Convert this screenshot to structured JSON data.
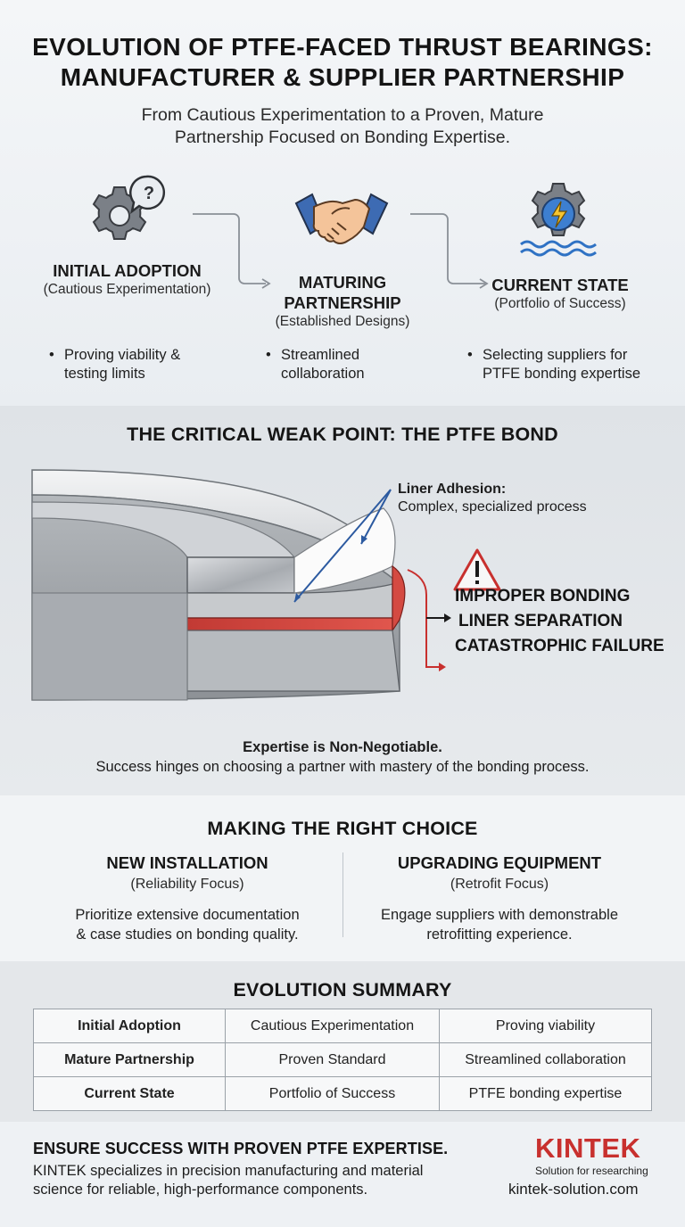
{
  "header": {
    "title_line1": "EVOLUTION OF PTFE-FACED THRUST BEARINGS:",
    "title_line2": "MANUFACTURER & SUPPLIER PARTNERSHIP",
    "subtitle_line1": "From Cautious Experimentation to a Proven, Mature",
    "subtitle_line2": "Partnership Focused on Bonding Expertise."
  },
  "stages": [
    {
      "title": "INITIAL ADOPTION",
      "sub": "(Cautious Experimentation)",
      "bullet_line1": "Proving viability &",
      "bullet_line2": "testing limits",
      "icon": "gear-question-icon"
    },
    {
      "title_line1": "MATURING",
      "title_line2": "PARTNERSHIP",
      "sub": "(Established Designs)",
      "bullet_line1": "Streamlined",
      "bullet_line2": "collaboration",
      "icon": "handshake-icon"
    },
    {
      "title": "CURRENT STATE",
      "sub": "(Portfolio of Success)",
      "bullet_line1": "Selecting suppliers for",
      "bullet_line2": "PTFE bonding expertise",
      "icon": "gear-lightning-water-icon"
    }
  ],
  "weak_point": {
    "title": "THE CRITICAL WEAK POINT: THE PTFE BOND",
    "liner_label": "Liner Adhesion:",
    "liner_desc": "Complex, specialized process",
    "warn1": "IMPROPER BONDING",
    "warn2": "LINER SEPARATION",
    "warn3": "CATASTROPHIC FAILURE",
    "expertise_head": "Expertise is Non-Negotiable.",
    "expertise_body": "Success hinges on choosing a partner with mastery of the bonding process."
  },
  "choice": {
    "title": "MAKING THE RIGHT CHOICE",
    "left": {
      "head": "NEW INSTALLATION",
      "sub": "(Reliability Focus)",
      "body_line1": "Prioritize extensive documentation",
      "body_line2": "& case studies on bonding quality."
    },
    "right": {
      "head": "UPGRADING EQUIPMENT",
      "sub": "(Retrofit Focus)",
      "body_line1": "Engage suppliers with demonstrable",
      "body_line2": "retrofitting experience."
    }
  },
  "summary": {
    "title": "EVOLUTION SUMMARY",
    "rows": [
      [
        "Initial Adoption",
        "Cautious Experimentation",
        "Proving viability"
      ],
      [
        "Mature Partnership",
        "Proven Standard",
        "Streamlined collaboration"
      ],
      [
        "Current State",
        "Portfolio of Success",
        "PTFE bonding expertise"
      ]
    ]
  },
  "footer": {
    "title": "ENSURE SUCCESS WITH PROVEN PTFE EXPERTISE.",
    "text_line1": "KINTEK specializes in precision manufacturing and material",
    "text_line2": "science for reliable, high-performance components.",
    "brand": "KINTEK",
    "tagline": "Solution for researching",
    "site": "kintek-solution.com"
  },
  "colors": {
    "accent_red": "#c8302e",
    "liner_blue": "#2c5aa0",
    "steel": "#b9bcbf"
  }
}
